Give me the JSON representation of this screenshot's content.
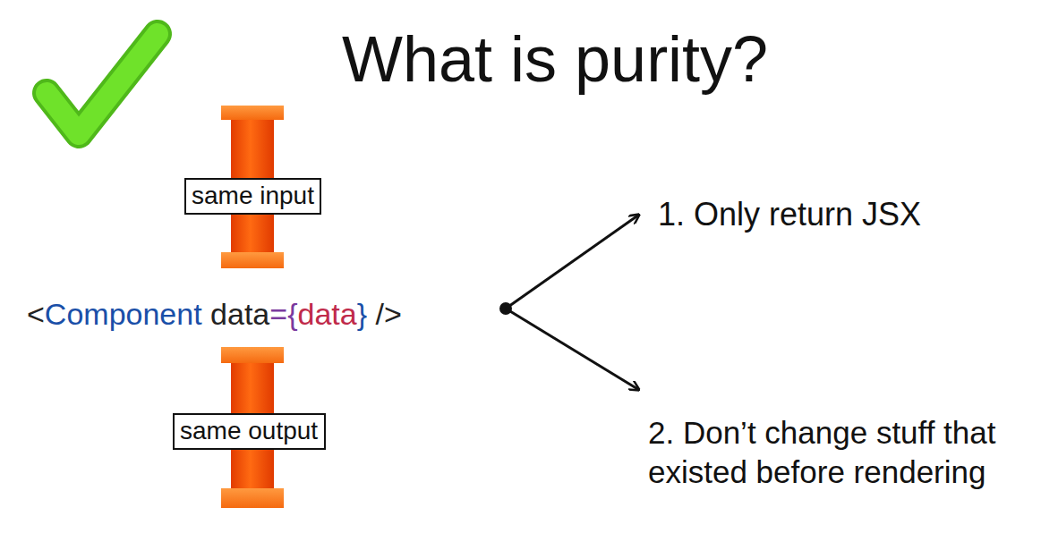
{
  "diagram": {
    "title": "What is purity?",
    "nodes": [
      {
        "text": [
          "same input"
        ]
      },
      {
        "text": [
          "same output"
        ]
      }
    ],
    "edges": [],
    "labels": [
      "<Component data={data} />",
      "1. Only return JSX",
      "2. Don’t change stuff that existed before rendering"
    ]
  }
}
